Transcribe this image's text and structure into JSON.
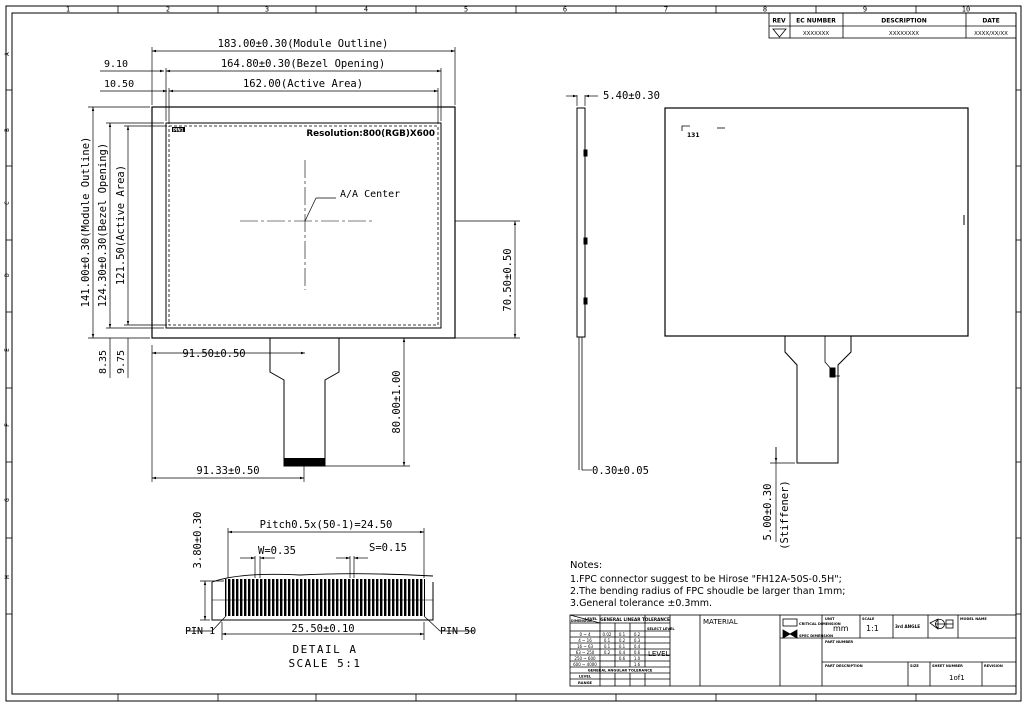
{
  "frame": {
    "col_numbers": [
      "1",
      "2",
      "3",
      "4",
      "5",
      "6",
      "7",
      "8",
      "9",
      "10"
    ],
    "row_letters": [
      "A",
      "B",
      "C",
      "D",
      "E",
      "F",
      "G",
      "H"
    ]
  },
  "revision": {
    "headers": [
      "REV",
      "EC NUMBER",
      "DESCRIPTION",
      "DATE"
    ],
    "row": [
      "",
      "XXXXXXX",
      "XXXXXXXX",
      "XXXX/XX/XX"
    ]
  },
  "front": {
    "module_outline_w": "183.00±0.30(Module Outline)",
    "bezel_opening_w": "164.80±0.30(Bezel Opening)",
    "active_area_w": "162.00(Active Area)",
    "off_910": "9.10",
    "off_1050": "10.50",
    "module_outline_h": "141.00±0.30(Module Outline)",
    "bezel_opening_h": "124.30±0.30(Bezel Opening)",
    "active_area_h": "121.50(Active Area)",
    "resolution": "Resolution:800(RGB)X600",
    "pin1_mark": "PIN1",
    "aa_center": "A/A Center",
    "center_h": "70.50±0.50",
    "center_w": "91.50±0.50",
    "fpc_len": "80.00±1.00",
    "fpc_pos": "91.33±0.50",
    "off_835": "8.35",
    "off_975": "9.75"
  },
  "side": {
    "thickness": "5.40±0.30",
    "fpc_thickness": "0.30±0.05",
    "stiffener": "5.00±0.30",
    "stiffener_label": "(Stiffener)"
  },
  "back": {
    "label": "131",
    "dash": "—"
  },
  "detail": {
    "pitch": "Pitch0.5x(50-1)=24.50",
    "w": "W=0.35",
    "s": "S=0.15",
    "height": "3.80±0.30",
    "width": "25.50±0.10",
    "pin1": "PIN 1",
    "pin50": "PIN 50",
    "title": "DETAIL A",
    "scale": "SCALE 5:1"
  },
  "notes": {
    "heading": "Notes:",
    "lines": [
      "1.FPC connector suggest to be Hirose \"FH12A-50S-0.5H\";",
      "2.The bending radius of FPC shoudle be larger than 1mm;",
      "3.General tolerance ±0.3mm."
    ]
  },
  "title_block": {
    "tol_header": "GENERAL LINEAR TOLERANCE",
    "level": "LEVEL",
    "dimension": "DIMENSION",
    "ranges": [
      "0 ~ 4",
      "4 ~ 16",
      "16 ~ 63",
      "63 ~ 250",
      "250 ~ 600",
      "600 ~ 4000"
    ],
    "col1": [
      "0.02",
      "0.1",
      "0.1",
      "0.2",
      "",
      ""
    ],
    "col2": [
      "0.1",
      "0.2",
      "0.1",
      "0.4",
      "0.6",
      ""
    ],
    "col3": [
      "0.2",
      "0.3",
      "0.4",
      "0.6",
      "1.0",
      "1.6"
    ],
    "select_level": "SELECT LEVEL",
    "angular_header": "GENERAL ANGULAR TOLERANCE",
    "range": "RANGE",
    "material": "MATERIAL",
    "critical_dimension": "CRITICAL DIMENSION",
    "spec_dimension": "SPEC DIMENSION",
    "unit_label": "UNIT",
    "unit": "mm",
    "scale_label": "SCALE",
    "scale": "1:1",
    "angle": "3rd ANGLE",
    "model_name": "MODEL NAME",
    "part_number": "PART NUMBER",
    "part_description": "PART DESCRIPTION",
    "size": "SIZE",
    "sheet_number": "SHEET NUMBER",
    "sheet": "1of1",
    "revision": "REVISION"
  }
}
